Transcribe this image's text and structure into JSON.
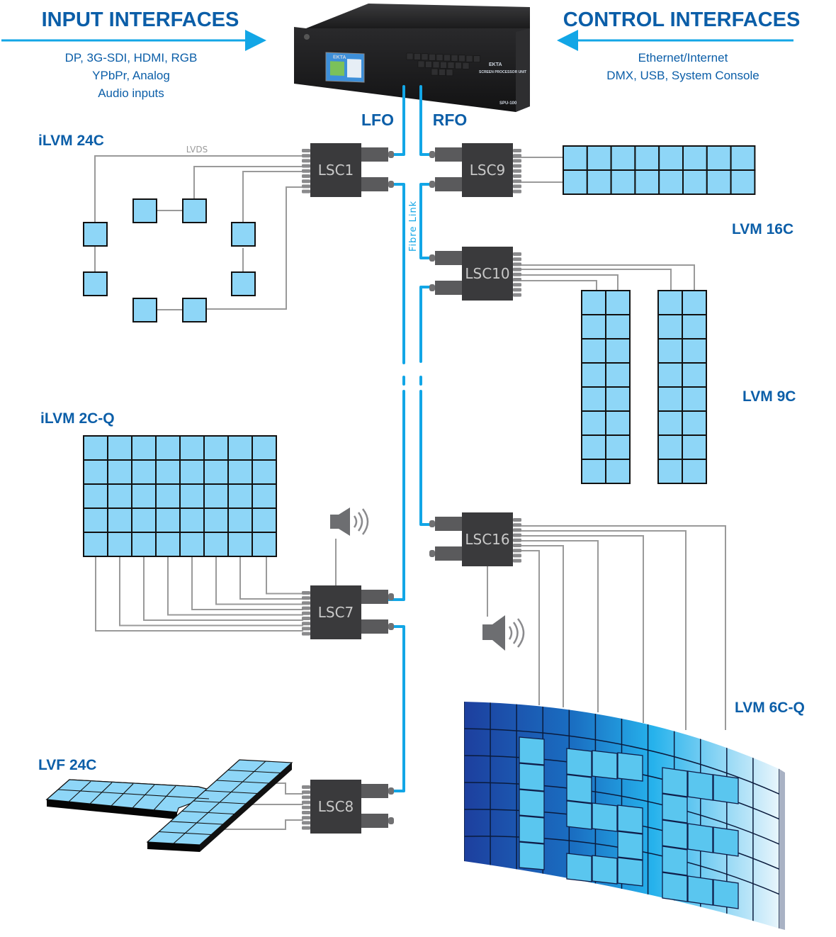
{
  "header": {
    "input": {
      "title": "INPUT INTERFACES",
      "lines": [
        "DP, 3G-SDI, HDMI, RGB",
        "YPbPr, Analog",
        "Audio inputs"
      ]
    },
    "control": {
      "title": "CONTROL INTERFACES",
      "lines": [
        "Ethernet/Internet",
        "DMX, USB, System Console"
      ]
    }
  },
  "device": {
    "brand": "EKTA",
    "subtitle": "SCREEN PROCESSOR UNIT",
    "model": "SPU-100"
  },
  "fibre_outputs": {
    "left": "LFO",
    "right": "RFO"
  },
  "link_labels": {
    "fibre": "Fibre Link",
    "lvds": "LVDS"
  },
  "controllers": [
    {
      "id": "lsc1",
      "label": "LSC1"
    },
    {
      "id": "lsc9",
      "label": "LSC9"
    },
    {
      "id": "lsc10",
      "label": "LSC10"
    },
    {
      "id": "lsc16",
      "label": "LSC16"
    },
    {
      "id": "lsc7",
      "label": "LSC7"
    },
    {
      "id": "lsc8",
      "label": "LSC8"
    }
  ],
  "displays": {
    "ilvm24c": {
      "label": "iLVM 24C",
      "tiles": 8
    },
    "lvm16c": {
      "label": "LVM 16C",
      "rows": 2,
      "cols": 8
    },
    "lvm9c": {
      "label": "LVM 9C",
      "columns": 2,
      "rows": 8,
      "cols_per_column": 2
    },
    "ilvm2cq": {
      "label": "iLVM 2C-Q",
      "rows": 5,
      "cols": 8
    },
    "lvf24c": {
      "label": "LVF 24C"
    },
    "lvm6cq": {
      "label": "LVM 6C-Q",
      "text": "ISE"
    }
  },
  "colors": {
    "brand_blue": "#0b5ea8",
    "fibre_blue": "#12a6e6",
    "tile_blue": "#8ed6f7",
    "controller_dark": "#3a3a3c",
    "wire_gray": "#9a9a9a"
  }
}
